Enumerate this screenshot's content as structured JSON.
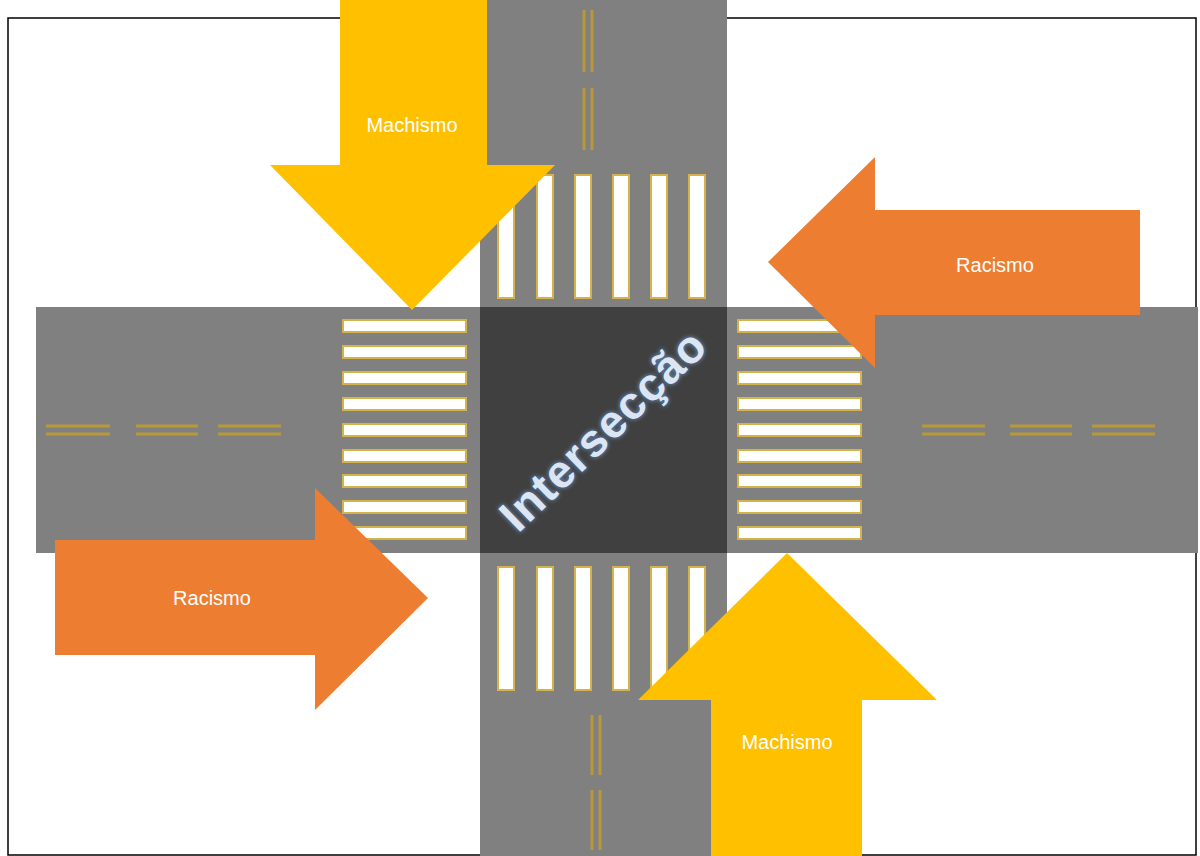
{
  "diagram": {
    "nodes": [
      {
        "text": [
          "Machismo"
        ]
      },
      {
        "text": [
          "Racismo"
        ]
      },
      {
        "text": [
          "Intersecção"
        ]
      },
      {
        "text": [
          "Racismo"
        ]
      },
      {
        "text": [
          "Machismo"
        ]
      }
    ]
  }
}
